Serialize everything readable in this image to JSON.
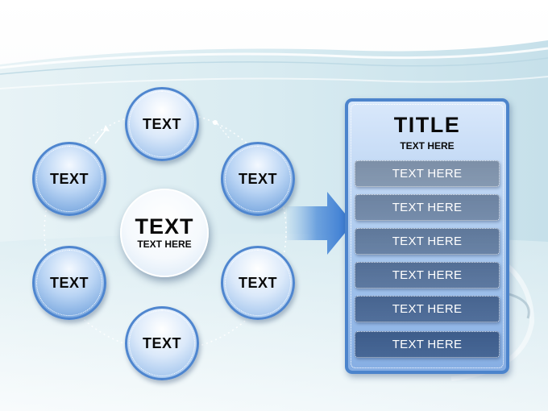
{
  "diagram": {
    "center": {
      "title": "TEXT",
      "subtitle": "TEXT HERE"
    },
    "nodes": [
      {
        "id": "top",
        "label": "TEXT"
      },
      {
        "id": "upper-left",
        "label": "TEXT"
      },
      {
        "id": "upper-right",
        "label": "TEXT"
      },
      {
        "id": "lower-left",
        "label": "TEXT"
      },
      {
        "id": "lower-right",
        "label": "TEXT"
      },
      {
        "id": "bottom",
        "label": "TEXT"
      }
    ]
  },
  "panel": {
    "title": "TITLE",
    "subtitle": "TEXT HERE",
    "rows": [
      "TEXT HERE",
      "TEXT HERE",
      "TEXT HERE",
      "TEXT HERE",
      "TEXT HERE",
      "TEXT HERE"
    ]
  },
  "colors": {
    "accent_blue": "#4f86cf",
    "panel_rows": [
      "#7c8fa7",
      "#6c82a0",
      "#5f789a",
      "#536e95",
      "#47648f",
      "#3d5c8a"
    ]
  }
}
